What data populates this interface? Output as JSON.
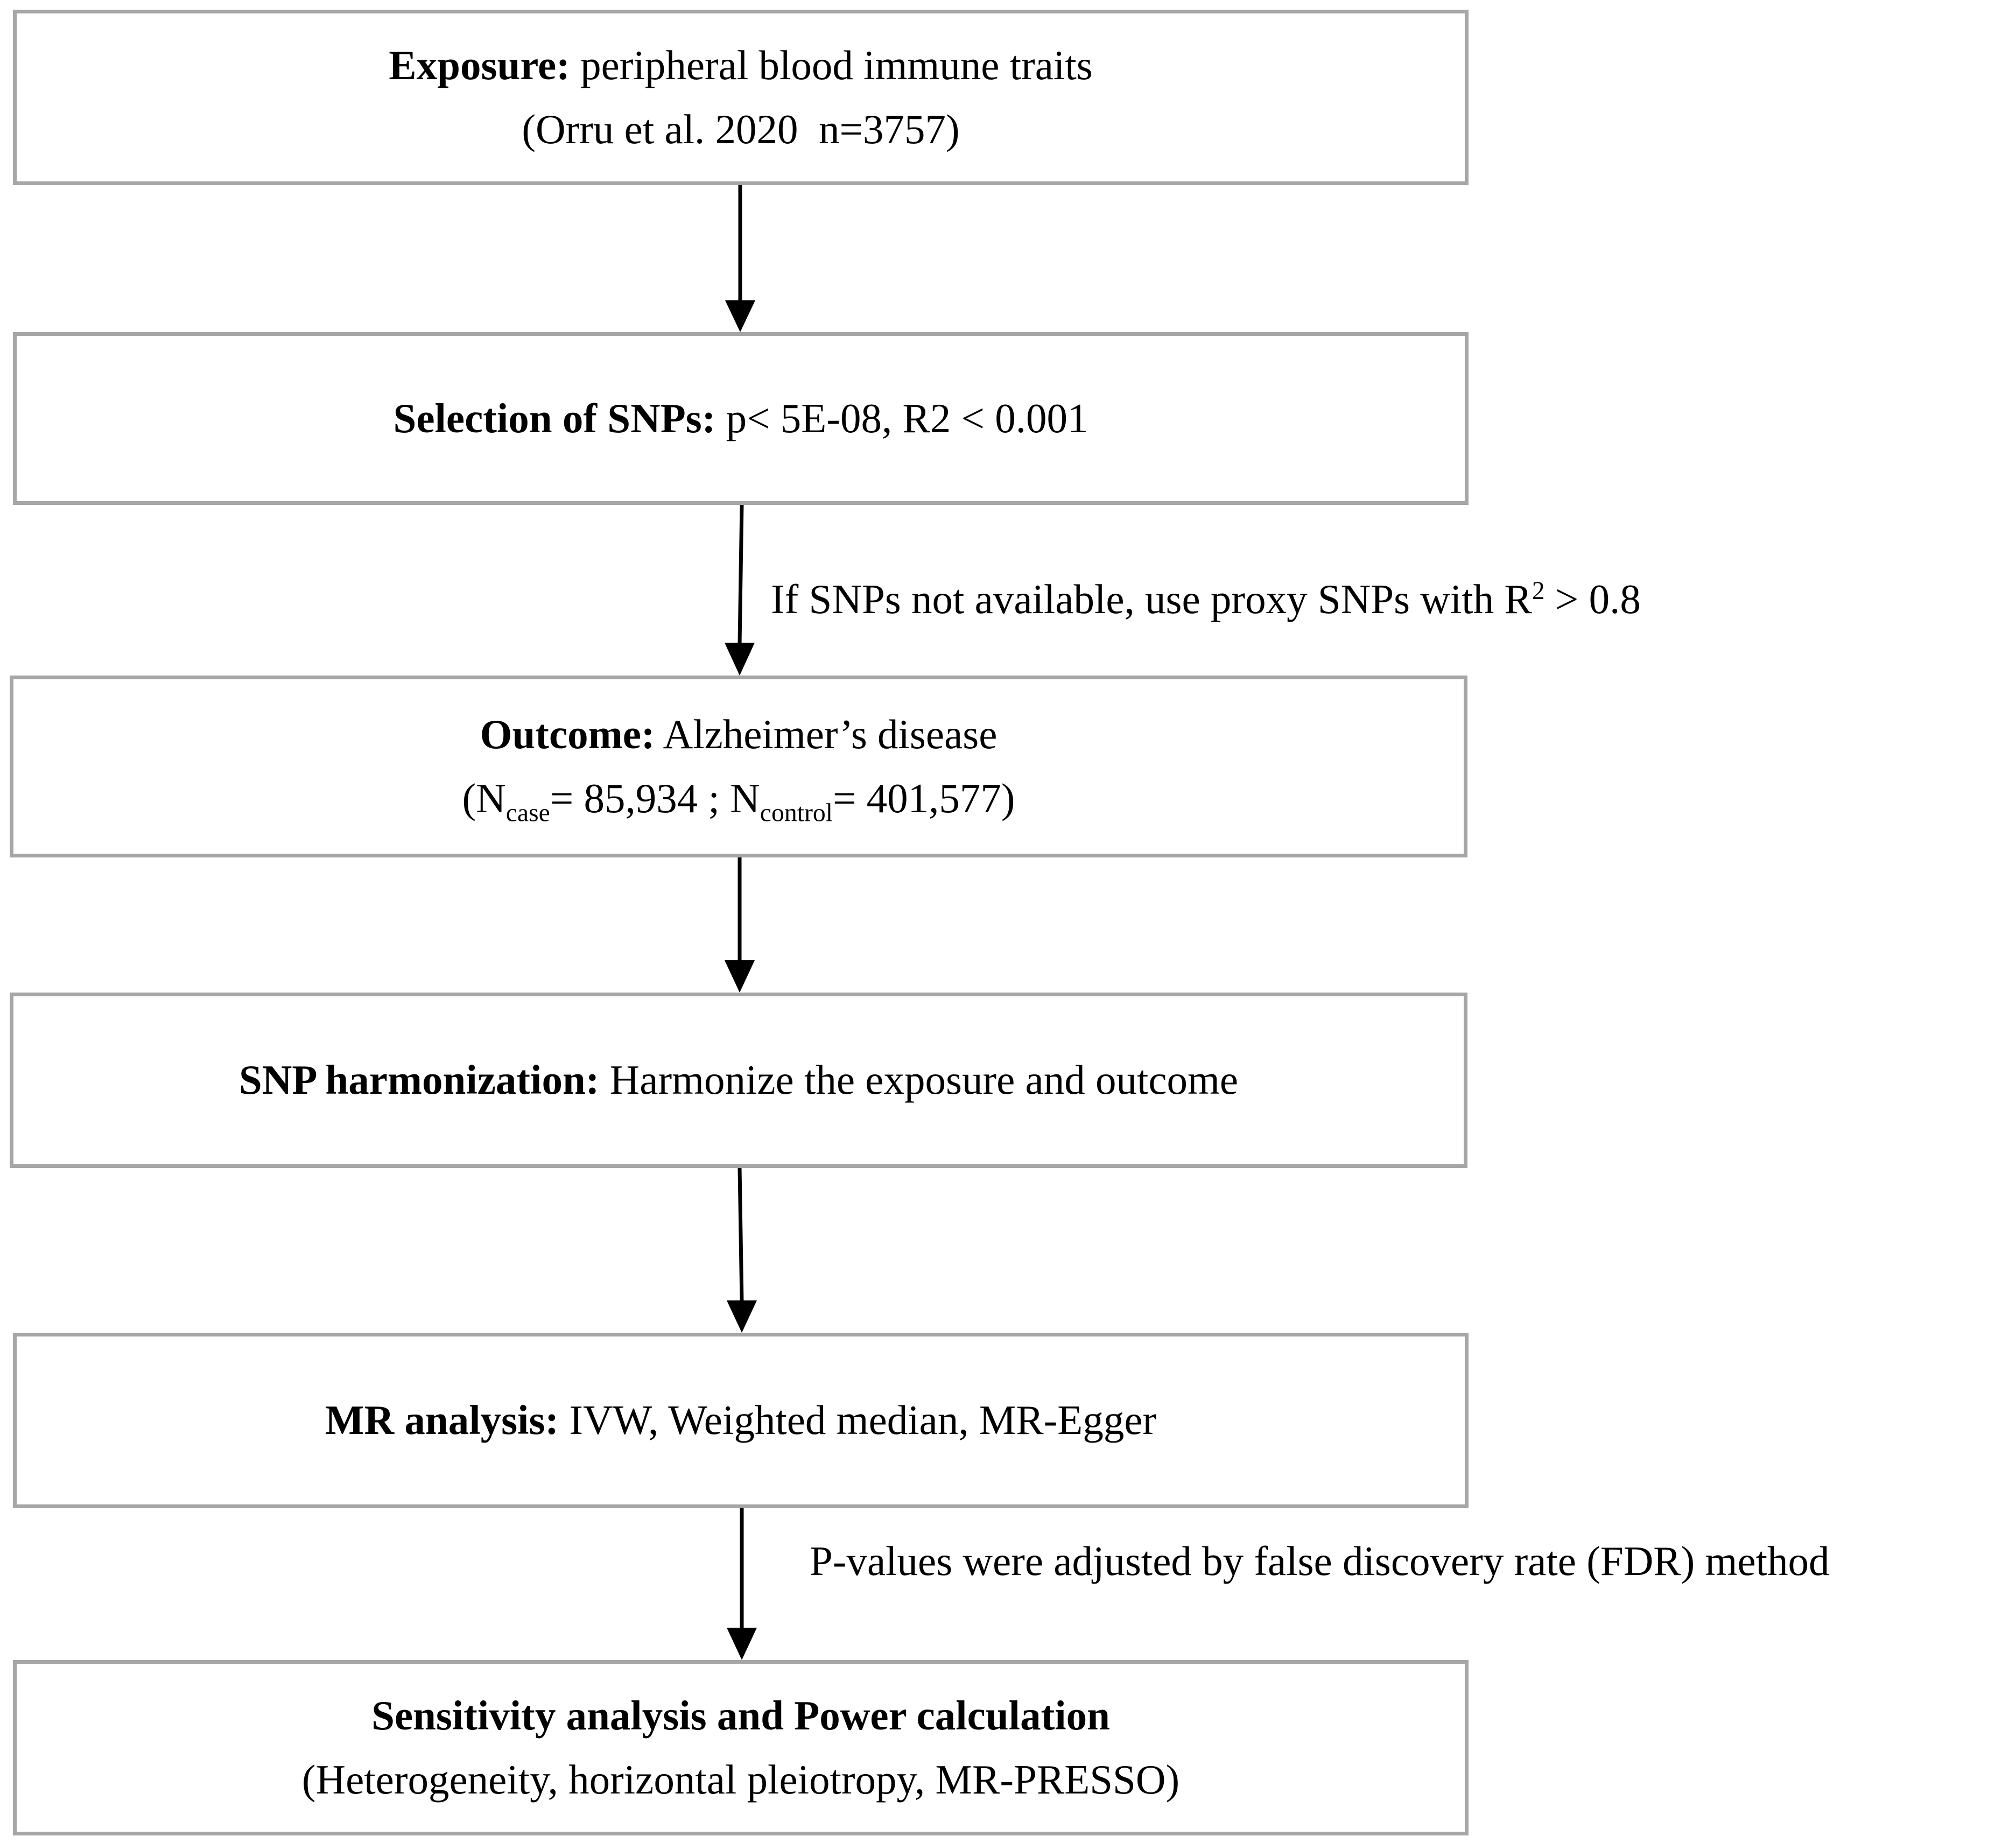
{
  "steps": {
    "exposure": {
      "label": "Exposure:",
      "text": "peripheral blood immune traits",
      "line2": "(Orru et al. 2020  n=3757)"
    },
    "selection": {
      "label": "Selection of SNPs:",
      "text": "p< 5E-08, R2 < 0.001"
    },
    "proxy_note": {
      "text": "If SNPs not available, use proxy SNPs with R",
      "sup": "2",
      "suffix": " > 0.8"
    },
    "outcome": {
      "label": "Outcome:",
      "text": "Alzheimer’s disease",
      "open": "(N",
      "case_sub": "case",
      "case_val": "= 85,934 ; N",
      "control_sub": "control",
      "control_val": "= 401,577)"
    },
    "harmonization": {
      "label": "SNP harmonization:",
      "text": "Harmonize the exposure and outcome"
    },
    "mr_analysis": {
      "label": "MR analysis:",
      "text": "IVW, Weighted median, MR-Egger"
    },
    "fdr_note": {
      "text": "P-values were adjusted by false discovery rate (FDR) method"
    },
    "sensitivity": {
      "label": "Sensitivity analysis and Power calculation",
      "line2": "(Heterogeneity, horizontal pleiotropy, MR-PRESSO)"
    }
  }
}
